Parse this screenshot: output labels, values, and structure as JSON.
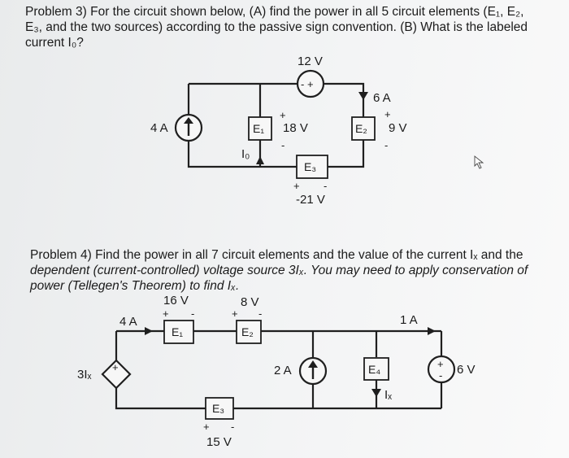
{
  "problem3": {
    "line1": "Problem 3) For the circuit shown below, (A) find the power in all 5 circuit elements (E₁, E₂,",
    "line2": "E₃, and the two sources) according to the passive sign convention. (B) What is the labeled",
    "line3": "current I₀?",
    "circuit": {
      "src_12v": "12 V",
      "src_12v_signs": "- +",
      "src_4a": "4 A",
      "src_6a": "6 A",
      "e1": "E₁",
      "e2": "E₂",
      "e3": "E₃",
      "e1_voltage": "18 V",
      "e2_voltage": "9 V",
      "e3_voltage": "-21 V",
      "current_i0": "I₀",
      "plus": "+",
      "minus": "-"
    }
  },
  "problem4": {
    "line1": "Problem 4) Find the power in all 7 circuit elements and the value of the current Iₓ and the",
    "line2": "dependent (current-controlled) voltage source 3Iₓ. You may need to apply conservation of",
    "line3": "power (Tellegen's Theorem) to find Iₓ.",
    "circuit": {
      "dep_src": "3Iₓ",
      "dep_src_plus": "+",
      "current_4a": "4 A",
      "e1": "E₁",
      "e2": "E₂",
      "e3": "E₃",
      "e4": "E₄",
      "e1_voltage": "16 V",
      "e2_voltage": "8 V",
      "e3_voltage": "15 V",
      "src_2a": "2 A",
      "current_1a": "1 A",
      "current_ix": "Iₓ",
      "src_6v": "6 V",
      "src_6v_plus": "+",
      "src_6v_minus": "-",
      "plus": "+",
      "minus": "-"
    }
  },
  "colors": {
    "ink": "#1f1f1f",
    "paper": "#f3f4f5"
  }
}
